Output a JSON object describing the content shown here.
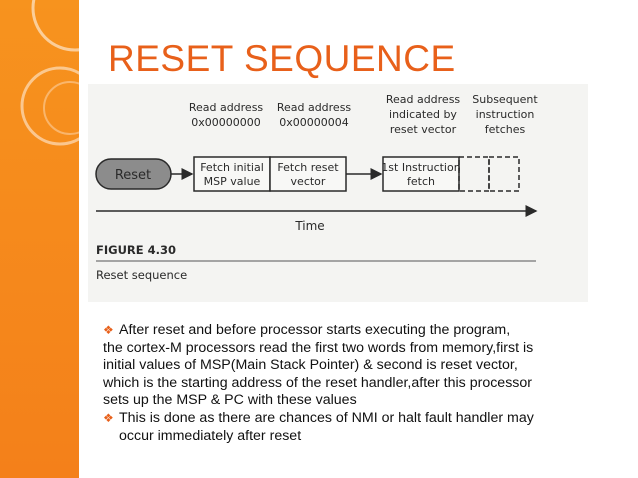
{
  "slide": {
    "title": "RESET SEQUENCE",
    "accent_color": "#e8601a",
    "band_color": "#f7931e"
  },
  "figure": {
    "reset_label": "Reset",
    "column_headers": [
      {
        "line1": "Read address",
        "line2": "0x00000000"
      },
      {
        "line1": "Read address",
        "line2": "0x00000004"
      },
      {
        "line1": "Read address",
        "line2": "indicated by",
        "line3": "reset vector"
      },
      {
        "line1": "Subsequent",
        "line2": "instruction",
        "line3": "fetches"
      }
    ],
    "boxes": [
      {
        "line1": "Fetch initial",
        "line2": "MSP value"
      },
      {
        "line1": "Fetch reset",
        "line2": "vector"
      },
      {
        "line1": "1st Instruction",
        "line2": "fetch"
      }
    ],
    "time_label": "Time",
    "caption_number": "FIGURE 4.30",
    "caption_text": "Reset sequence"
  },
  "body": {
    "bullet1_line1": "After reset and before processor starts executing the program,",
    "paragraph_lines": [
      "the cortex-M processors read the first two words from memory,first is",
      "initial values of MSP(Main Stack Pointer) & second is reset vector,",
      "which is the starting address of the reset handler,after this processor",
      "sets up the MSP & PC with these values"
    ],
    "bullet2_line1": "This is done as there are chances of NMI or halt fault handler may",
    "bullet2_line2": "occur immediately after reset",
    "bullet_icon": "diamond-bullet-icon"
  }
}
